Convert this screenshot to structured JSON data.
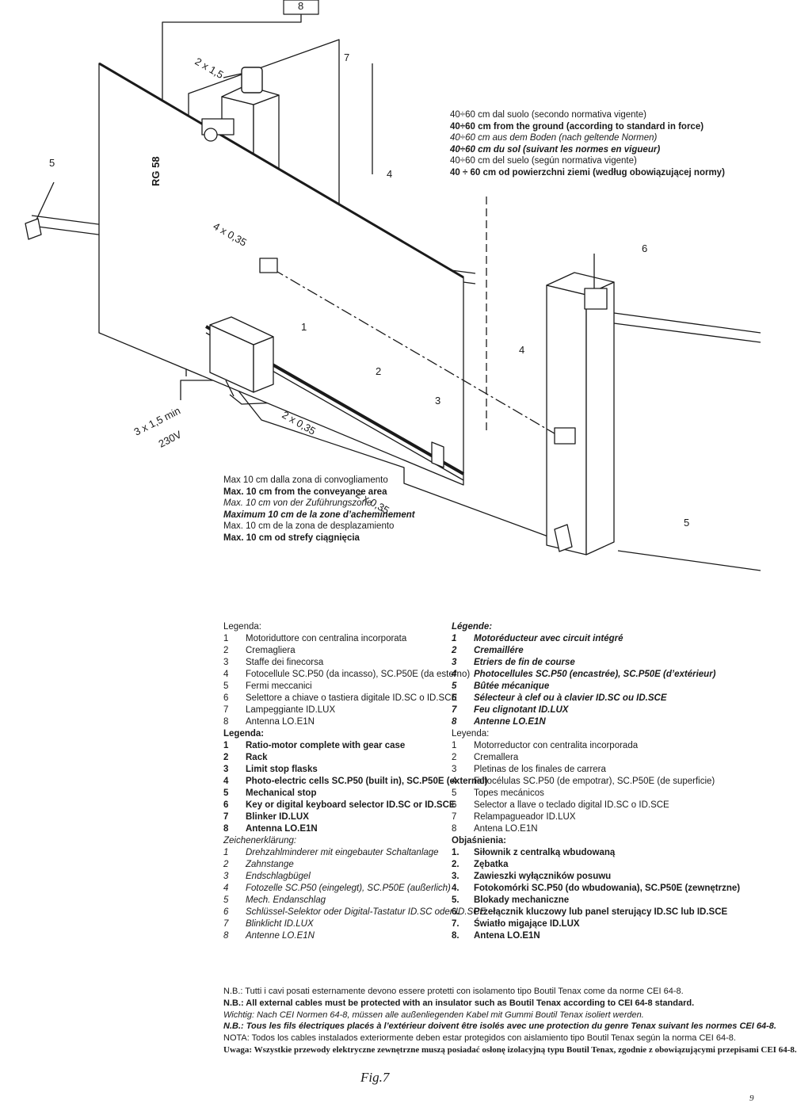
{
  "diagram": {
    "labels": {
      "antenna_num": "8",
      "blinker_num": "7",
      "cable_2x15": "2 x 1,5",
      "rg58": "RG 58",
      "stop_left_num": "5",
      "photocell_top_num": "4",
      "cable_4x035": "4 x 0,35",
      "selector_num": "6",
      "motor_num": "1",
      "photocell_right_num": "4",
      "rack_num": "2",
      "flask_num": "3",
      "cable_3x15": "3 x 1,5 min",
      "power_230": "230V",
      "cable_2x035_a": "2 x 0,35",
      "cable_2x035_b": "2 x 0,35",
      "stop_right_num": "5"
    },
    "height_note": [
      {
        "text": "40÷60 cm dal suolo (secondo normativa vigente)",
        "style": "normal"
      },
      {
        "text": "40÷60 cm from the ground (according to standard in force)",
        "style": "bold"
      },
      {
        "text": "40÷60 cm aus dem Boden (nach geltende Normen)",
        "style": "italic"
      },
      {
        "text": "40÷60 cm du sol (suivant les normes en vigueur)",
        "style": "bold-italic"
      },
      {
        "text": "40÷60 cm del suelo (según normativa vigente)",
        "style": "normal"
      },
      {
        "text": "40 ÷ 60 cm od powierzchni ziemi (według obowiązującej normy)",
        "style": "bold"
      }
    ],
    "distance_note": [
      {
        "text": "Max 10 cm dalla zona di convogliamento",
        "style": "normal"
      },
      {
        "text": "Max. 10 cm from the conveyance area",
        "style": "bold"
      },
      {
        "text": "Max. 10 cm von der Zuführungszone",
        "style": "italic"
      },
      {
        "text": "Maximum 10 cm de la zone d’acheminement",
        "style": "bold-italic"
      },
      {
        "text": "Max. 10 cm de la zona de desplazamiento",
        "style": "normal"
      },
      {
        "text": "Max. 10 cm od strefy ciągnięcia",
        "style": "bold"
      }
    ]
  },
  "legend_left": [
    {
      "heading": "Legenda:",
      "style": "normal",
      "items": [
        {
          "n": "1",
          "text": "Motoriduttore con centralina incorporata"
        },
        {
          "n": "2",
          "text": "Cremagliera"
        },
        {
          "n": "3",
          "text": "Staffe dei finecorsa"
        },
        {
          "n": "4",
          "text": "Fotocellule SC.P50 (da incasso), SC.P50E (da esterno)"
        },
        {
          "n": "5",
          "text": "Fermi meccanici"
        },
        {
          "n": "6",
          "text": "Selettore a chiave o tastiera digitale ID.SC o ID.SCE"
        },
        {
          "n": "7",
          "text": "Lampeggiante ID.LUX"
        },
        {
          "n": "8",
          "text": "Antenna LO.E1N"
        }
      ]
    },
    {
      "heading": "Legenda:",
      "style": "bold",
      "items": [
        {
          "n": "1",
          "text": "Ratio-motor complete with gear case"
        },
        {
          "n": "2",
          "text": "Rack"
        },
        {
          "n": "3",
          "text": "Limit stop flasks"
        },
        {
          "n": "4",
          "text": "Photo-electric cells SC.P50 (built in), SC.P50E (external)"
        },
        {
          "n": "5",
          "text": "Mechanical stop"
        },
        {
          "n": "6",
          "text": "Key or digital keyboard selector ID.SC or ID.SCE"
        },
        {
          "n": "7",
          "text": "Blinker ID.LUX"
        },
        {
          "n": "8",
          "text": "Antenna LO.E1N"
        }
      ]
    },
    {
      "heading": "Zeichenerklärung:",
      "style": "italic",
      "items": [
        {
          "n": "1",
          "text": "Drehzahlminderer mit eingebauter Schaltanlage"
        },
        {
          "n": "2",
          "text": "Zahnstange"
        },
        {
          "n": "3",
          "text": "Endschlagbügel"
        },
        {
          "n": "4",
          "text": "Fotozelle SC.P50 (eingelegt), SC.P50E (außerlich)"
        },
        {
          "n": "5",
          "text": "Mech. Endanschlag"
        },
        {
          "n": "6",
          "text": "Schlüssel-Selektor oder Digital-Tastatur ID.SC oder ID.SCE"
        },
        {
          "n": "7",
          "text": "Blinklicht ID.LUX"
        },
        {
          "n": "8",
          "text": "Antenne LO.E1N"
        }
      ]
    }
  ],
  "legend_right": [
    {
      "heading": "Légende:",
      "style": "bold-italic",
      "items": [
        {
          "n": "1",
          "text": "Motoréducteur avec circuit intégré"
        },
        {
          "n": "2",
          "text": "Cremaillére"
        },
        {
          "n": "3",
          "text": "Etriers de fin de course"
        },
        {
          "n": "4",
          "text": "Photocellules SC.P50 (encastrée), SC.P50E (d’extérieur)"
        },
        {
          "n": "5",
          "text": "Bûtée mécanique"
        },
        {
          "n": "6",
          "text": "Sélecteur à clef ou à clavier ID.SC ou ID.SCE"
        },
        {
          "n": "7",
          "text": "Feu clignotant ID.LUX"
        },
        {
          "n": "8",
          "text": "Antenne LO.E1N"
        }
      ]
    },
    {
      "heading": "Leyenda:",
      "style": "normal",
      "items": [
        {
          "n": "1",
          "text": "Motorreductor con centralita incorporada"
        },
        {
          "n": "2",
          "text": "Cremallera"
        },
        {
          "n": "3",
          "text": "Pletinas de los finales de carrera"
        },
        {
          "n": "4",
          "text": "Fotocélulas SC.P50 (de empotrar), SC.P50E (de superficie)"
        },
        {
          "n": "5",
          "text": "Topes mecánicos"
        },
        {
          "n": "6",
          "text": "Selector a llave o teclado digital ID.SC o ID.SCE"
        },
        {
          "n": "7",
          "text": "Relampagueador ID.LUX"
        },
        {
          "n": "8",
          "text": "Antena LO.E1N"
        }
      ]
    },
    {
      "heading": "Objaśnienia:",
      "style": "bold",
      "items": [
        {
          "n": "1.",
          "text": "Siłownik z centralką wbudowaną"
        },
        {
          "n": "2.",
          "text": "Zębatka"
        },
        {
          "n": "3.",
          "text": "Zawieszki wyłączników posuwu"
        },
        {
          "n": "4.",
          "text": "Fotokomórki SC.P50 (do wbudowania), SC.P50E (zewnętrzne)"
        },
        {
          "n": "5.",
          "text": "Blokady mechaniczne"
        },
        {
          "n": "6.",
          "text": "Przełącznik kluczowy lub panel sterujący ID.SC lub ID.SCE"
        },
        {
          "n": "7.",
          "text": "Światło migające ID.LUX"
        },
        {
          "n": "8.",
          "text": "Antena LO.E1N"
        }
      ]
    }
  ],
  "notes": [
    {
      "text": "N.B.: Tutti i cavi posati esternamente devono essere protetti con isolamento tipo Boutil Tenax come da norme CEI 64-8.",
      "style": "normal"
    },
    {
      "text": "N.B.: All external cables must be protected with an insulator such as Boutil Tenax according to CEI 64-8 standard.",
      "style": "bold"
    },
    {
      "text": "Wichtig: Nach CEI Normen 64-8, müssen alle außenliegenden Kabel mit Gummi Boutil Tenax isoliert werden.",
      "style": "italic"
    },
    {
      "text": "N.B.: Tous les fils électriques placés à l’extérieur doivent être isolés avec une protection du genre Tenax suivant les normes CEI 64-8.",
      "style": "bold-italic"
    },
    {
      "text": "NOTA: Todos los cables instalados exteriormente deben estar protegidos con aislamiento tipo Boutil Tenax según la norma CEI 64-8.",
      "style": "normal"
    },
    {
      "text": "Uwaga: Wszystkie przewody elektryczne zewnętrzne muszą posiadać osłonę izolacyjną typu Boutil Tenax, zgodnie z obowiązującymi przepisami CEI 64-8.",
      "style": "serif-bold"
    }
  ],
  "figure_caption": "Fig.7",
  "page_number": "9"
}
